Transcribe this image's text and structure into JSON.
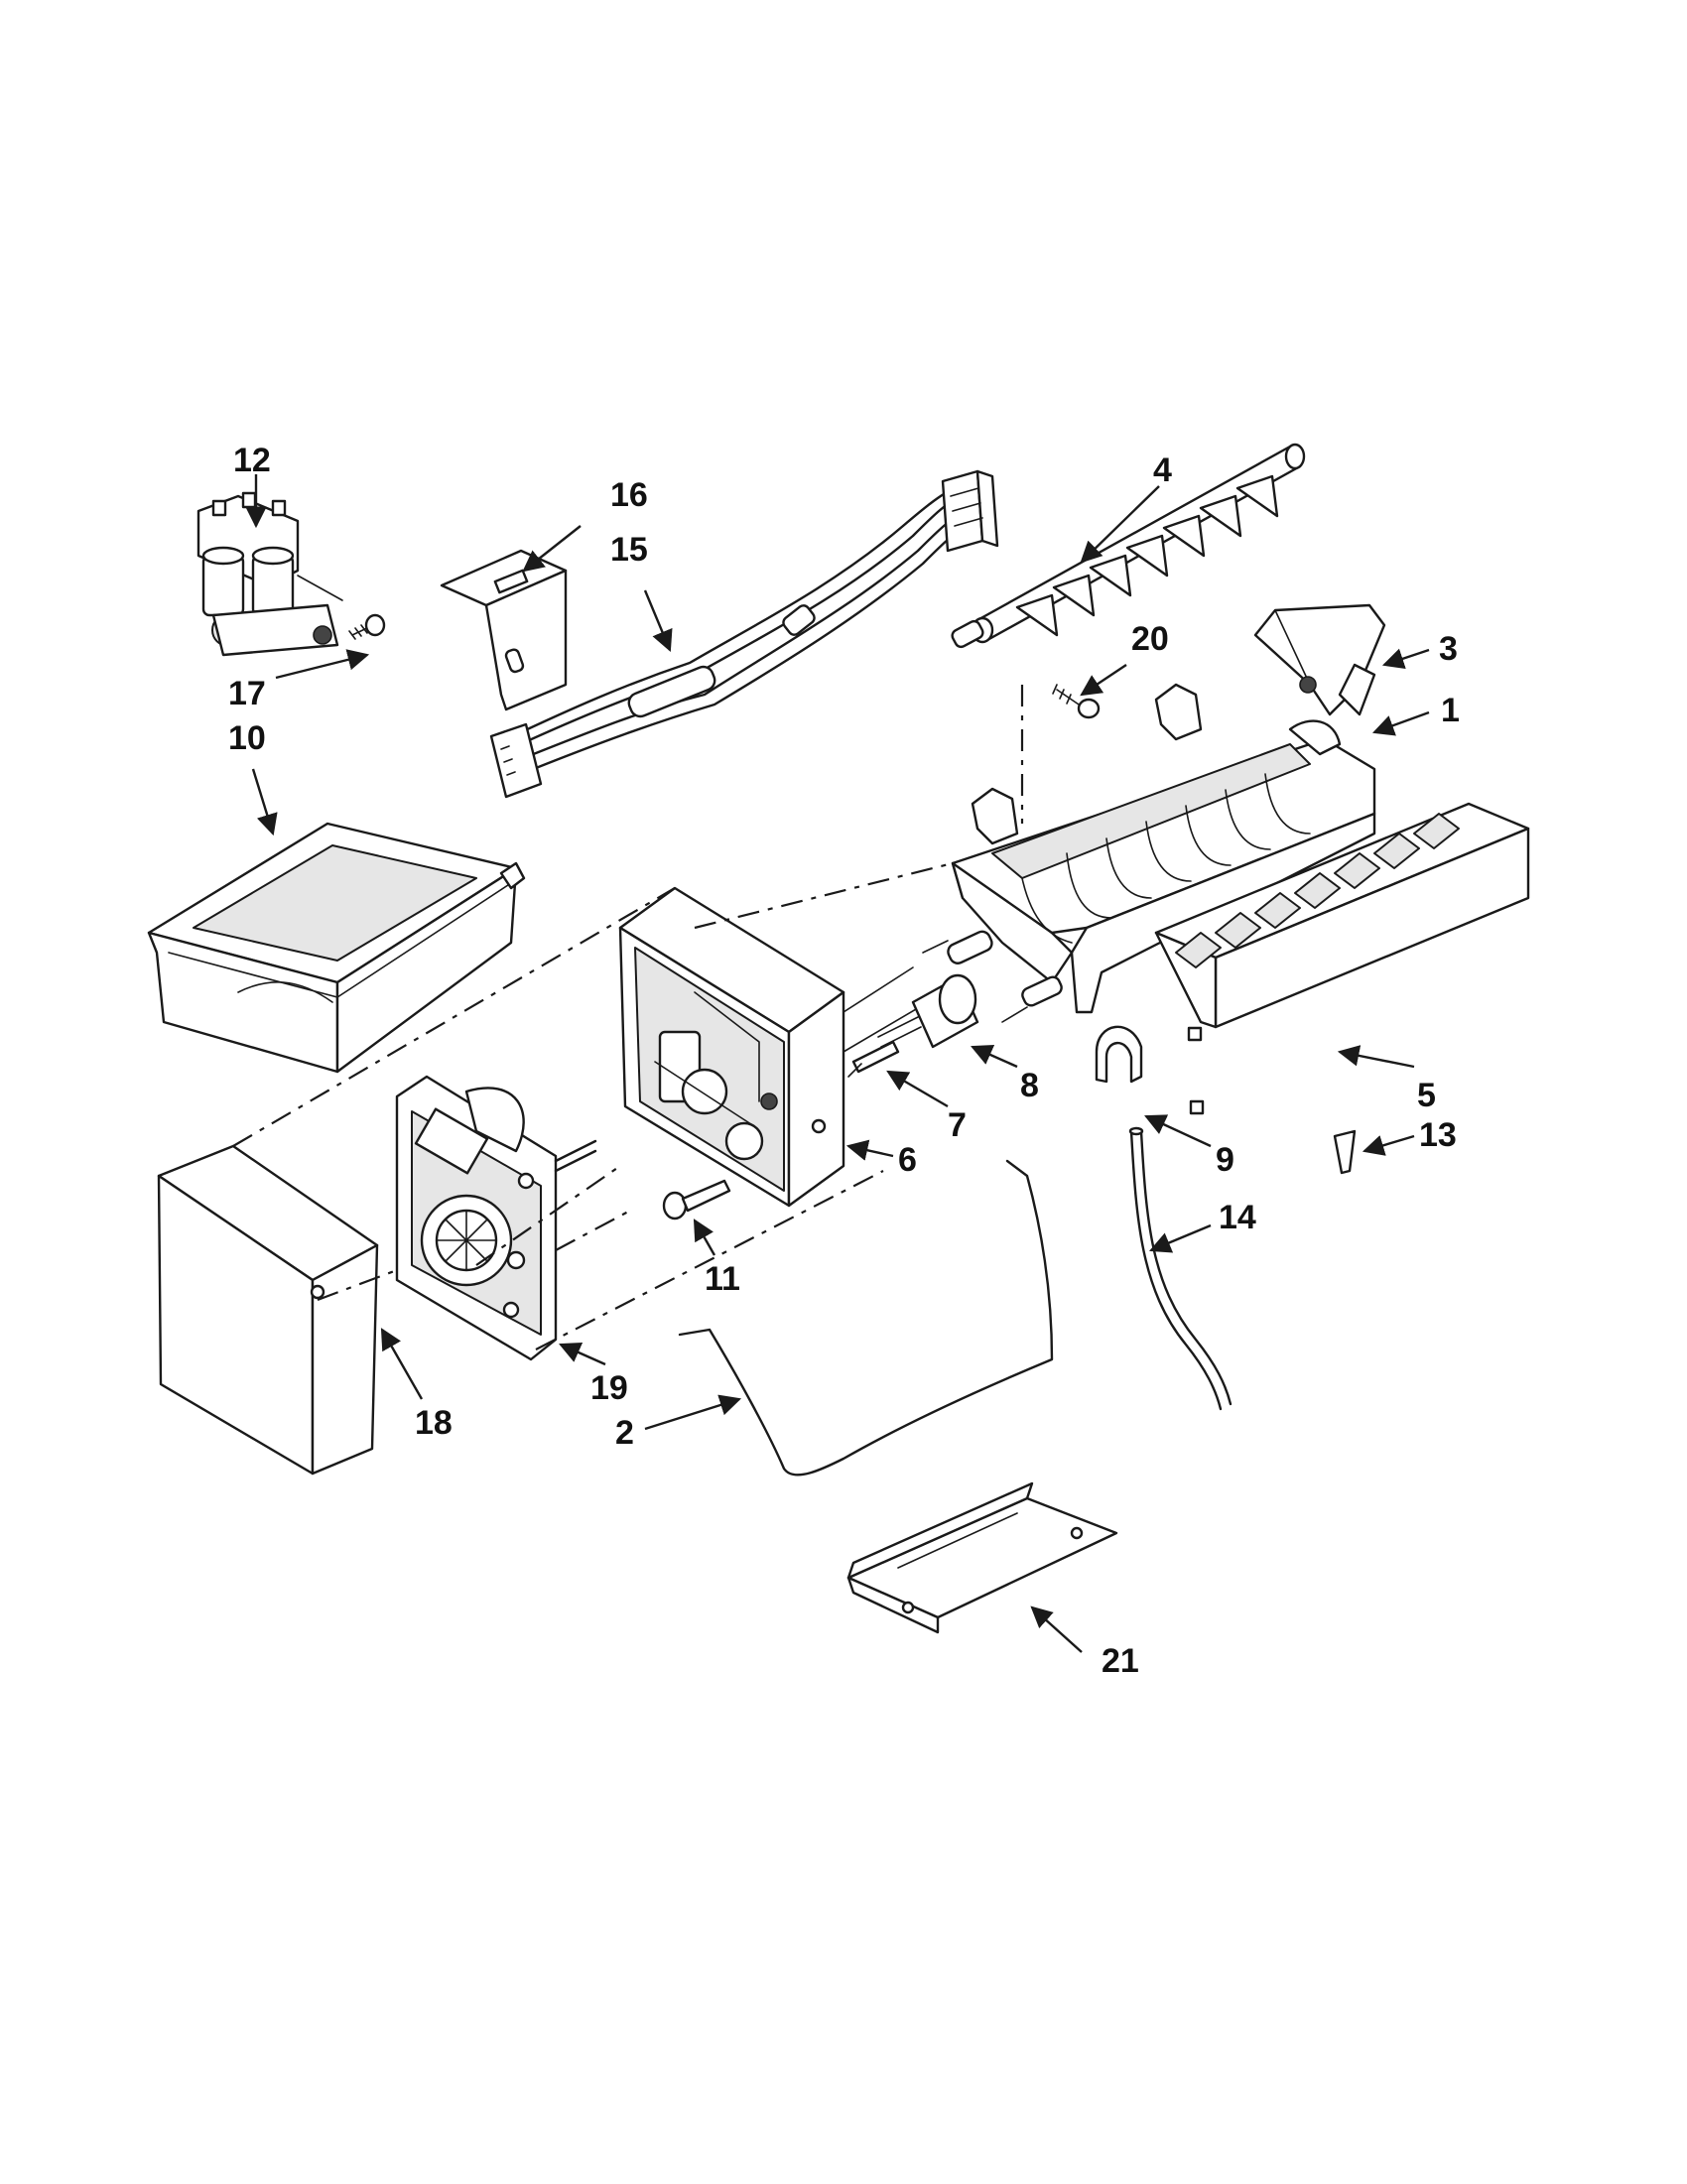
{
  "parts": {
    "p1": "1",
    "p2": "2",
    "p3": "3",
    "p4": "4",
    "p5": "5",
    "p6": "6",
    "p7": "7",
    "p8": "8",
    "p9": "9",
    "p10": "10",
    "p11": "11",
    "p12": "12",
    "p13": "13",
    "p14": "14",
    "p15": "15",
    "p16": "16",
    "p17": "17",
    "p18": "18",
    "p19": "19",
    "p20": "20",
    "p21": "21"
  },
  "colors": {
    "ink": "#1a1a1a",
    "paper": "#ffffff",
    "shade": "#e6e6e6"
  }
}
